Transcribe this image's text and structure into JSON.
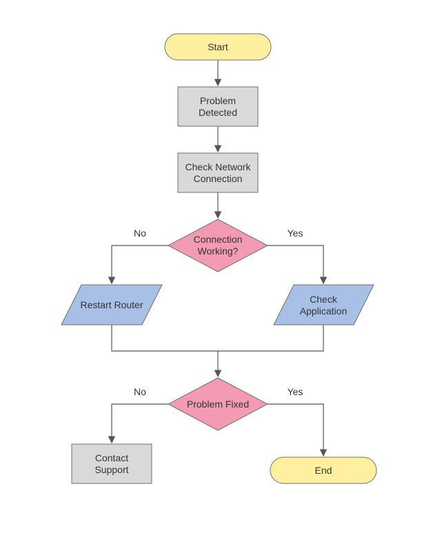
{
  "colors": {
    "terminal": "#fff0a0",
    "process": "#d9d9d9",
    "decision": "#f29bb2",
    "io": "#a9c0e6",
    "line": "#555555",
    "text": "#333333"
  },
  "nodes": {
    "start": {
      "line1": "Start"
    },
    "problem_detected": {
      "line1": "Problem",
      "line2": "Detected"
    },
    "check_network": {
      "line1": "Check Network",
      "line2": "Connection"
    },
    "connection_working": {
      "line1": "Connection",
      "line2": "Working?"
    },
    "restart_router": {
      "line1": "Restart Router"
    },
    "check_application": {
      "line1": "Check",
      "line2": "Application"
    },
    "problem_fixed": {
      "line1": "Problem Fixed"
    },
    "contact_support": {
      "line1": "Contact",
      "line2": "Support"
    },
    "end": {
      "line1": "End"
    }
  },
  "edge_labels": {
    "connection_no": "No",
    "connection_yes": "Yes",
    "fixed_no": "No",
    "fixed_yes": "Yes"
  }
}
